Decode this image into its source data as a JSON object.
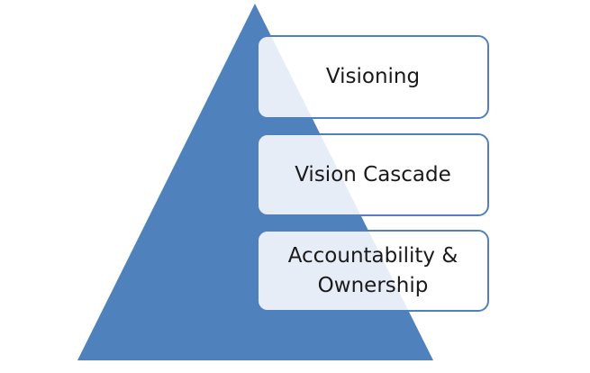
{
  "diagram": {
    "colors": {
      "pyramid_fill": "#4f81bd",
      "box_border": "#4f81bd",
      "text": "#1a1a1a"
    },
    "levels": [
      {
        "label": "Visioning"
      },
      {
        "label": "Vision Cascade"
      },
      {
        "label": "Accountability & Ownership"
      }
    ]
  }
}
